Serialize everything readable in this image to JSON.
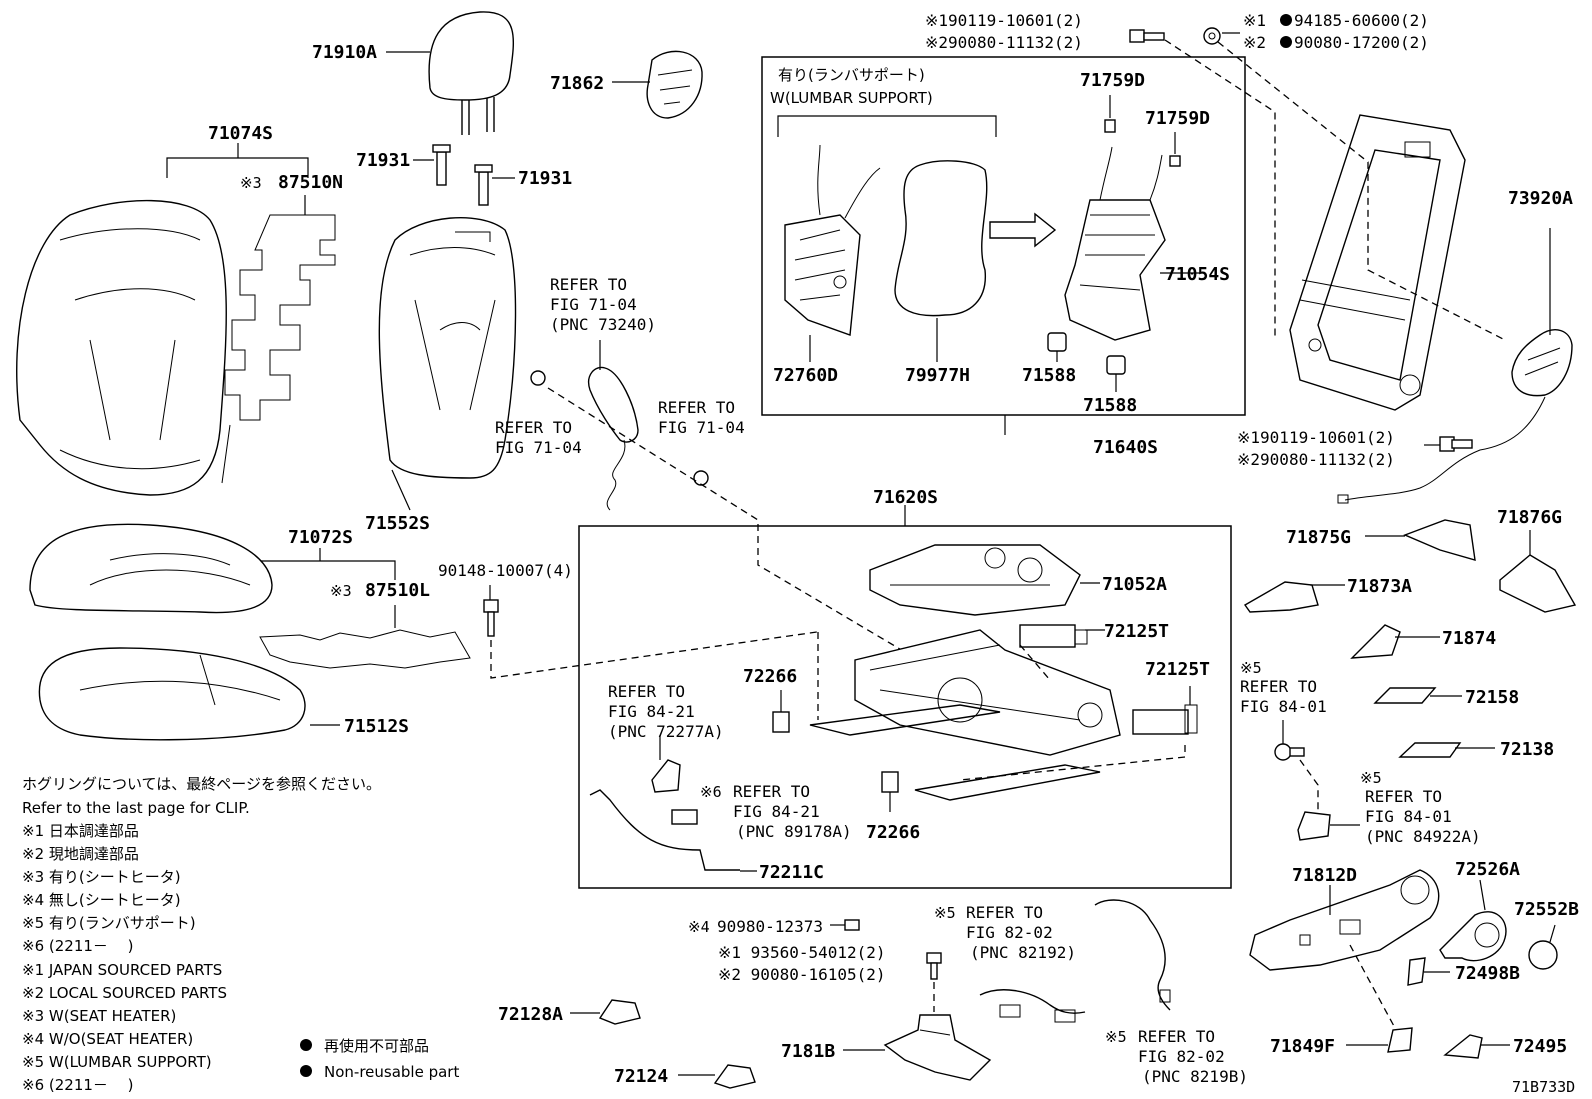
{
  "diagram_code": "71B733D",
  "parts": {
    "p71910A": "71910A",
    "p71862": "71862",
    "p71074S": "71074S",
    "p71931a": "71931",
    "p71931b": "71931",
    "p87510N": "87510N",
    "p87510N_mark": "※3",
    "p71552S": "71552S",
    "p71072S": "71072S",
    "p87510L": "87510L",
    "p87510L_mark": "※3",
    "p71512S": "71512S",
    "p90148": "90148-10007(4)",
    "p71759D_a": "71759D",
    "p71759D_b": "71759D",
    "p71054S": "71054S",
    "p72760D": "72760D",
    "p79977H": "79977H",
    "p71588_a": "71588",
    "p71588_b": "71588",
    "p71640S": "71640S",
    "p73920A": "73920A",
    "p71620S": "71620S",
    "p71052A": "71052A",
    "p72125T_a": "72125T",
    "p72125T_b": "72125T",
    "p72266_a": "72266",
    "p72266_b": "72266",
    "p72211C": "72211C",
    "p71875G": "71875G",
    "p71876G": "71876G",
    "p71873A": "71873A",
    "p71874": "71874",
    "p72158": "72158",
    "p72138": "72138",
    "p71812D": "71812D",
    "p72526A": "72526A",
    "p72552B": "72552B",
    "p72498B": "72498B",
    "p71849F": "71849F",
    "p72495": "72495",
    "p72128A": "72128A",
    "p72124": "72124",
    "p7181B": "7181B",
    "p90980_mark": "※4",
    "p90980": "90980-12373"
  },
  "bolts": {
    "top_left_1": "※190119-10601(2)",
    "top_left_2": "※290080-11132(2)",
    "top_right_1_mark": "※1",
    "top_right_1": "94185-60600(2)",
    "top_right_2_mark": "※2",
    "top_right_2": "90080-17200(2)",
    "mid_right_1": "※190119-10601(2)",
    "mid_right_2": "※290080-11132(2)",
    "bottom_1": "※1 93560-54012(2)",
    "bottom_2": "※2 90080-16105(2)"
  },
  "refs": {
    "r1": [
      "REFER TO",
      "FIG 71-04",
      "(PNC 73240)"
    ],
    "r2": [
      "REFER TO",
      "FIG 71-04"
    ],
    "r3": [
      "REFER TO",
      "FIG 71-04"
    ],
    "r4": [
      "REFER TO",
      "FIG 84-21",
      "(PNC 72277A)"
    ],
    "r5_mark": "※6",
    "r5": [
      "REFER TO",
      "FIG 84-21",
      "(PNC 89178A)"
    ],
    "r6_mark": "※5",
    "r6": [
      "REFER TO",
      "FIG 84-01"
    ],
    "r7_mark": "※5",
    "r7": [
      "REFER TO",
      "FIG 84-01",
      "(PNC 84922A)"
    ],
    "r8_mark": "※5",
    "r8": [
      "REFER TO",
      "FIG 82-02",
      "(PNC 82192)"
    ],
    "r9_mark": "※5",
    "r9": [
      "REFER TO",
      "FIG 82-02",
      "(PNC 8219B)"
    ]
  },
  "lumbar_box": {
    "title_jp": "有り(ランバサポート)",
    "title_en": "W(LUMBAR SUPPORT)"
  },
  "notes": [
    "ホグリングについては、最終ページを参照ください。",
    "Refer to the last page for CLIP.",
    "※1 日本調達部品",
    "※2 現地調達部品",
    "※3 有り(シートヒータ)",
    "※4 無し(シートヒータ)",
    "※5 有り(ランバサポート)",
    "※6 (2211－　 )",
    "※1 JAPAN SOURCED PARTS",
    "※2 LOCAL SOURCED PARTS",
    "※3 W(SEAT HEATER)",
    "※4 W/O(SEAT HEATER)",
    "※5 W(LUMBAR SUPPORT)",
    "※6 (2211－　 )"
  ],
  "legend": {
    "jp": "再使用不可部品",
    "en": "Non-reusable part"
  }
}
